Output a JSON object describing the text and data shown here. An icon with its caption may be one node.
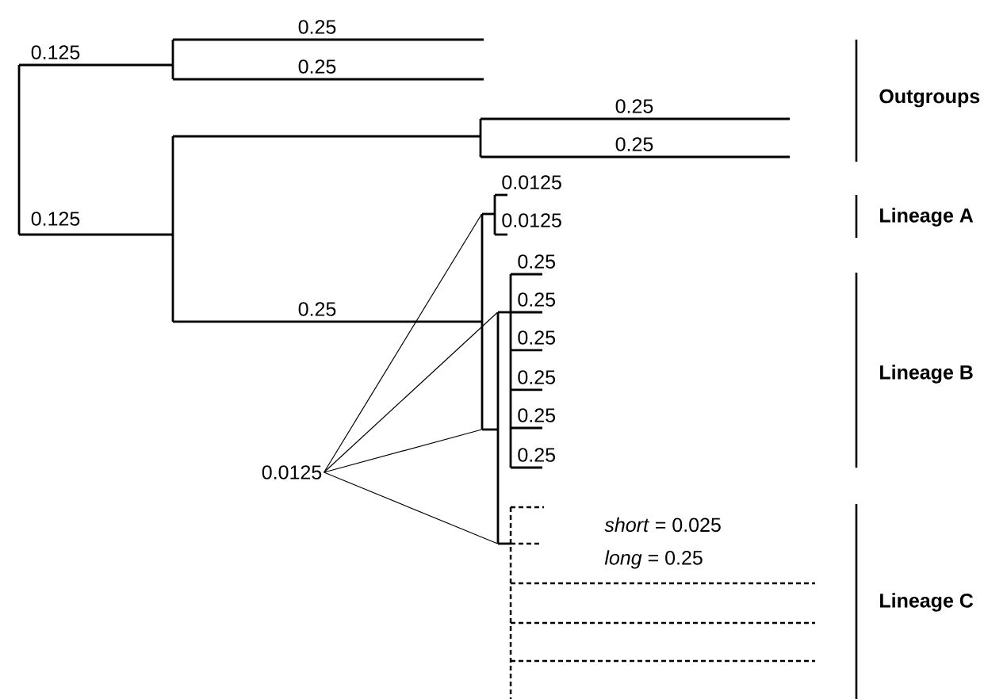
{
  "diagram": {
    "nodes": [
      {
        "text": [
          "0.0125"
        ]
      },
      {
        "text": [],
        "shape": "bar"
      },
      {
        "text": [],
        "shape": "bar"
      },
      {
        "text": [],
        "shape": "bar"
      },
      {
        "text": [],
        "shape": "bar"
      }
    ],
    "edges": [
      {
        "from": 0,
        "to": 1,
        "arrow": "none"
      },
      {
        "from": 0,
        "to": 2,
        "arrow": "none"
      },
      {
        "from": 0,
        "to": 3,
        "arrow": "none"
      },
      {
        "from": 0,
        "to": 4,
        "arrow": "none"
      }
    ],
    "labels": [
      "0.125",
      "0.25",
      "0.25",
      "Outgroups",
      "0.25",
      "0.25",
      "0.125",
      "0.0125",
      "0.0125",
      "Lineage A",
      "0.25",
      "0.25",
      "0.25",
      "0.25",
      "0.25",
      "0.25",
      "0.25",
      "Lineage B",
      "*short* = 0.025",
      "*long* = 0.25",
      "Lineage C"
    ]
  }
}
